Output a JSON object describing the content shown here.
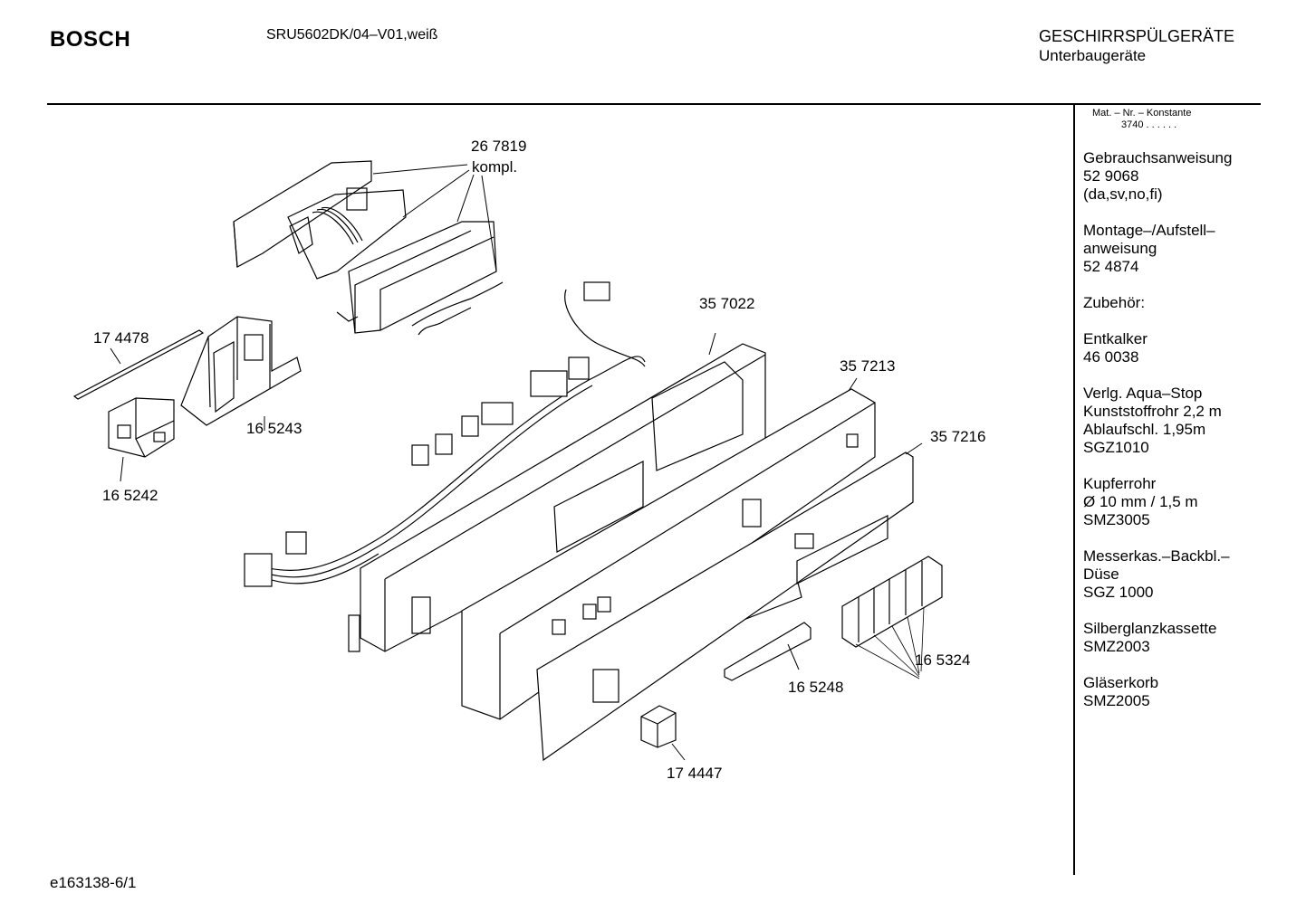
{
  "header": {
    "brand": "BOSCH",
    "model": "SRU5602DK/04–V01,weiß",
    "category": "GESCHIRRSPÜLGERÄTE",
    "subcategory": "Unterbaugeräte"
  },
  "footer": {
    "ref": "e163138-6/1"
  },
  "sidebar": {
    "mat_heading": "Mat. – Nr. – Konstante",
    "mat_value": "3740 .  .   .  .  .  .",
    "blocks": [
      [
        "Gebrauchsanweisung",
        "52 9068",
        "(da,sv,no,fi)"
      ],
      [
        "Montage–/Aufstell–",
        "anweisung",
        "52 4874"
      ],
      [
        "Zubehör:"
      ],
      [
        "Entkalker",
        "46 0038"
      ],
      [
        "Verlg. Aqua–Stop",
        "Kunststoffrohr 2,2 m",
        "Ablaufschl. 1,95m",
        "SGZ1010"
      ],
      [
        "Kupferrohr",
        "Ø 10 mm / 1,5 m",
        "SMZ3005"
      ],
      [
        "Messerkas.–Backbl.–",
        "Düse",
        "SGZ 1000"
      ],
      [
        "Silberglanzkassette",
        "SMZ2003"
      ],
      [
        "Gläserkorb",
        "SMZ2005"
      ]
    ]
  },
  "parts": {
    "p267819": "26 7819",
    "p267819_note": "kompl.",
    "p357022": "35 7022",
    "p357213": "35 7213",
    "p357216": "35 7216",
    "p174478": "17 4478",
    "p165243": "16 5243",
    "p165242": "16 5242",
    "p165324": "16 5324",
    "p165248": "16 5248",
    "p174447": "17 4447"
  }
}
